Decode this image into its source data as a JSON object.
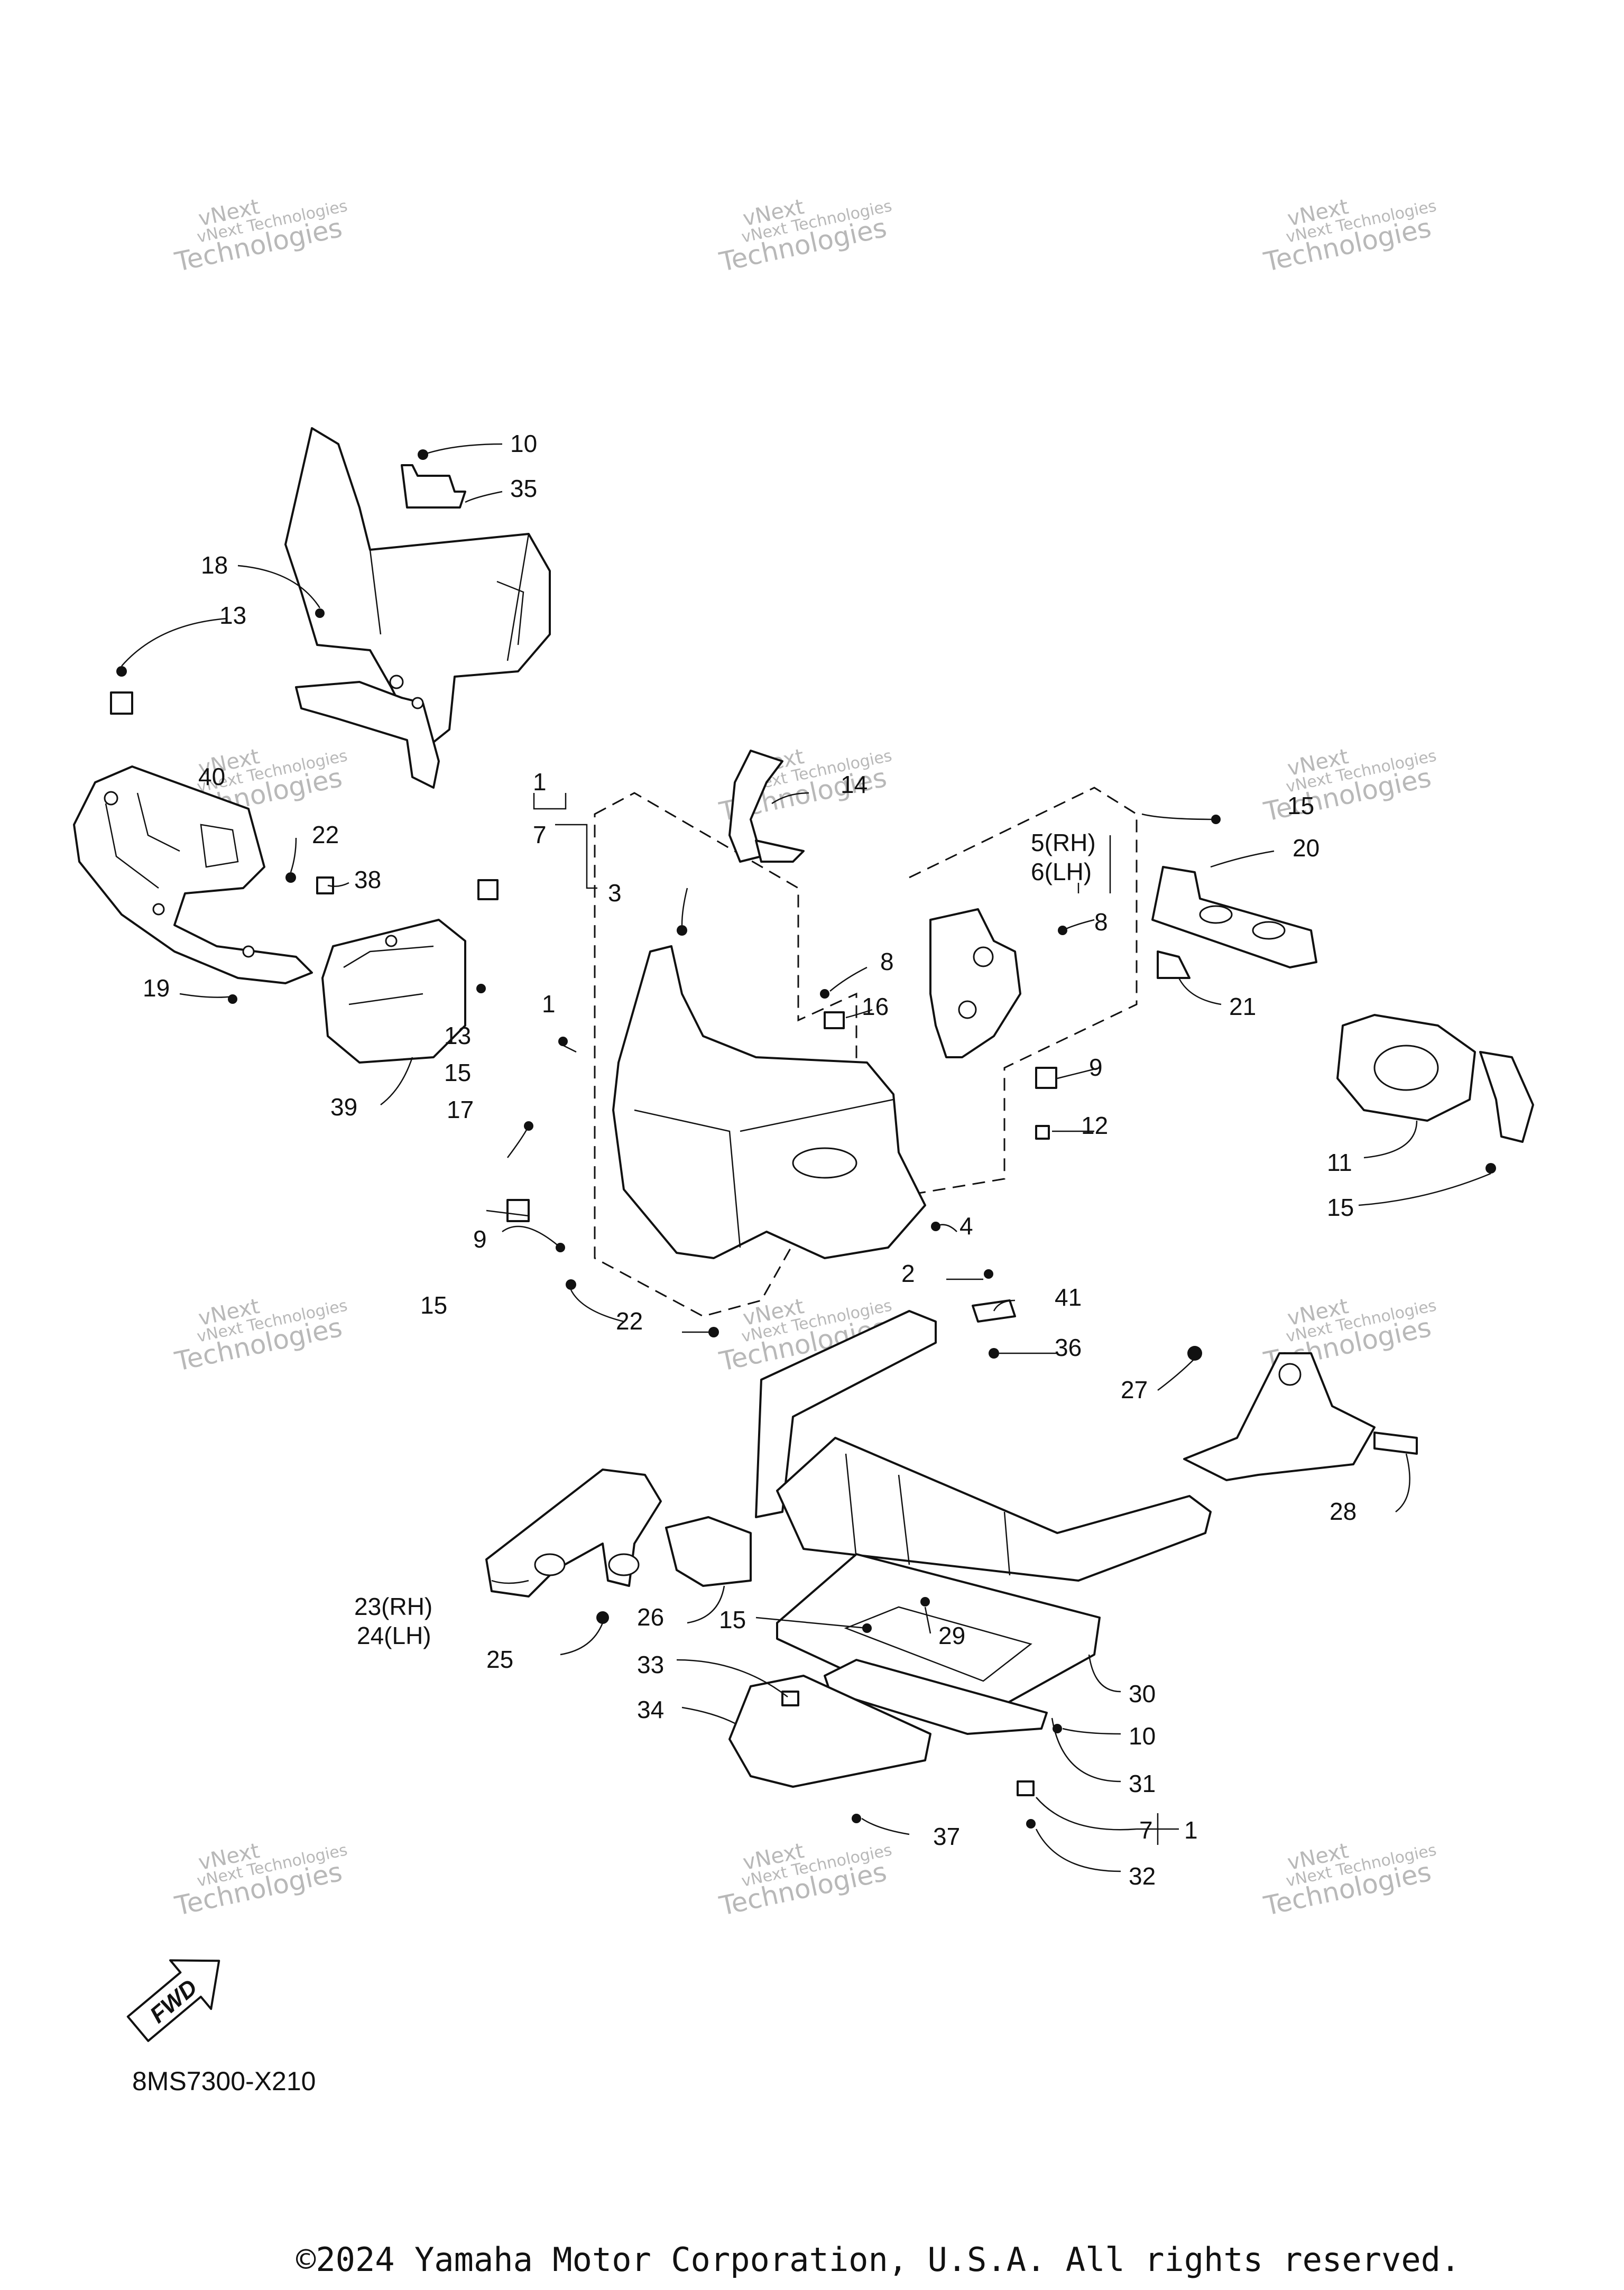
{
  "watermark": {
    "line1": "vNext",
    "line2": "vNext Technologies",
    "line3": "Technologies"
  },
  "fwd_label": "FWD",
  "diagram_code": "8MS7300-X210",
  "copyright": "©2024 Yamaha Motor Corporation, U.S.A. All rights reserved.",
  "labels": {
    "l1a": "1",
    "l1b": "1",
    "l1c": "1",
    "l2": "2",
    "l3": "3",
    "l4": "4",
    "l5": "5(RH)",
    "l6": "6(LH)",
    "l7a": "7",
    "l7b": "7",
    "l8a": "8",
    "l8b": "8",
    "l9a": "9",
    "l9b": "9",
    "l10a": "10",
    "l10b": "10",
    "l11": "11",
    "l12": "12",
    "l13a": "13",
    "l13b": "13",
    "l14": "14",
    "l15a": "15",
    "l15b": "15",
    "l15c": "15",
    "l15d": "15",
    "l15e": "15",
    "l16": "16",
    "l17": "17",
    "l18": "18",
    "l19": "19",
    "l20": "20",
    "l21": "21",
    "l22a": "22",
    "l22b": "22",
    "l23": "23(RH)",
    "l24": "24(LH)",
    "l25": "25",
    "l26": "26",
    "l27": "27",
    "l28": "28",
    "l29": "29",
    "l30": "30",
    "l31": "31",
    "l32": "32",
    "l33": "33",
    "l34": "34",
    "l35": "35",
    "l36": "36",
    "l37": "37",
    "l38": "38",
    "l39": "39",
    "l40": "40",
    "l41": "41"
  }
}
